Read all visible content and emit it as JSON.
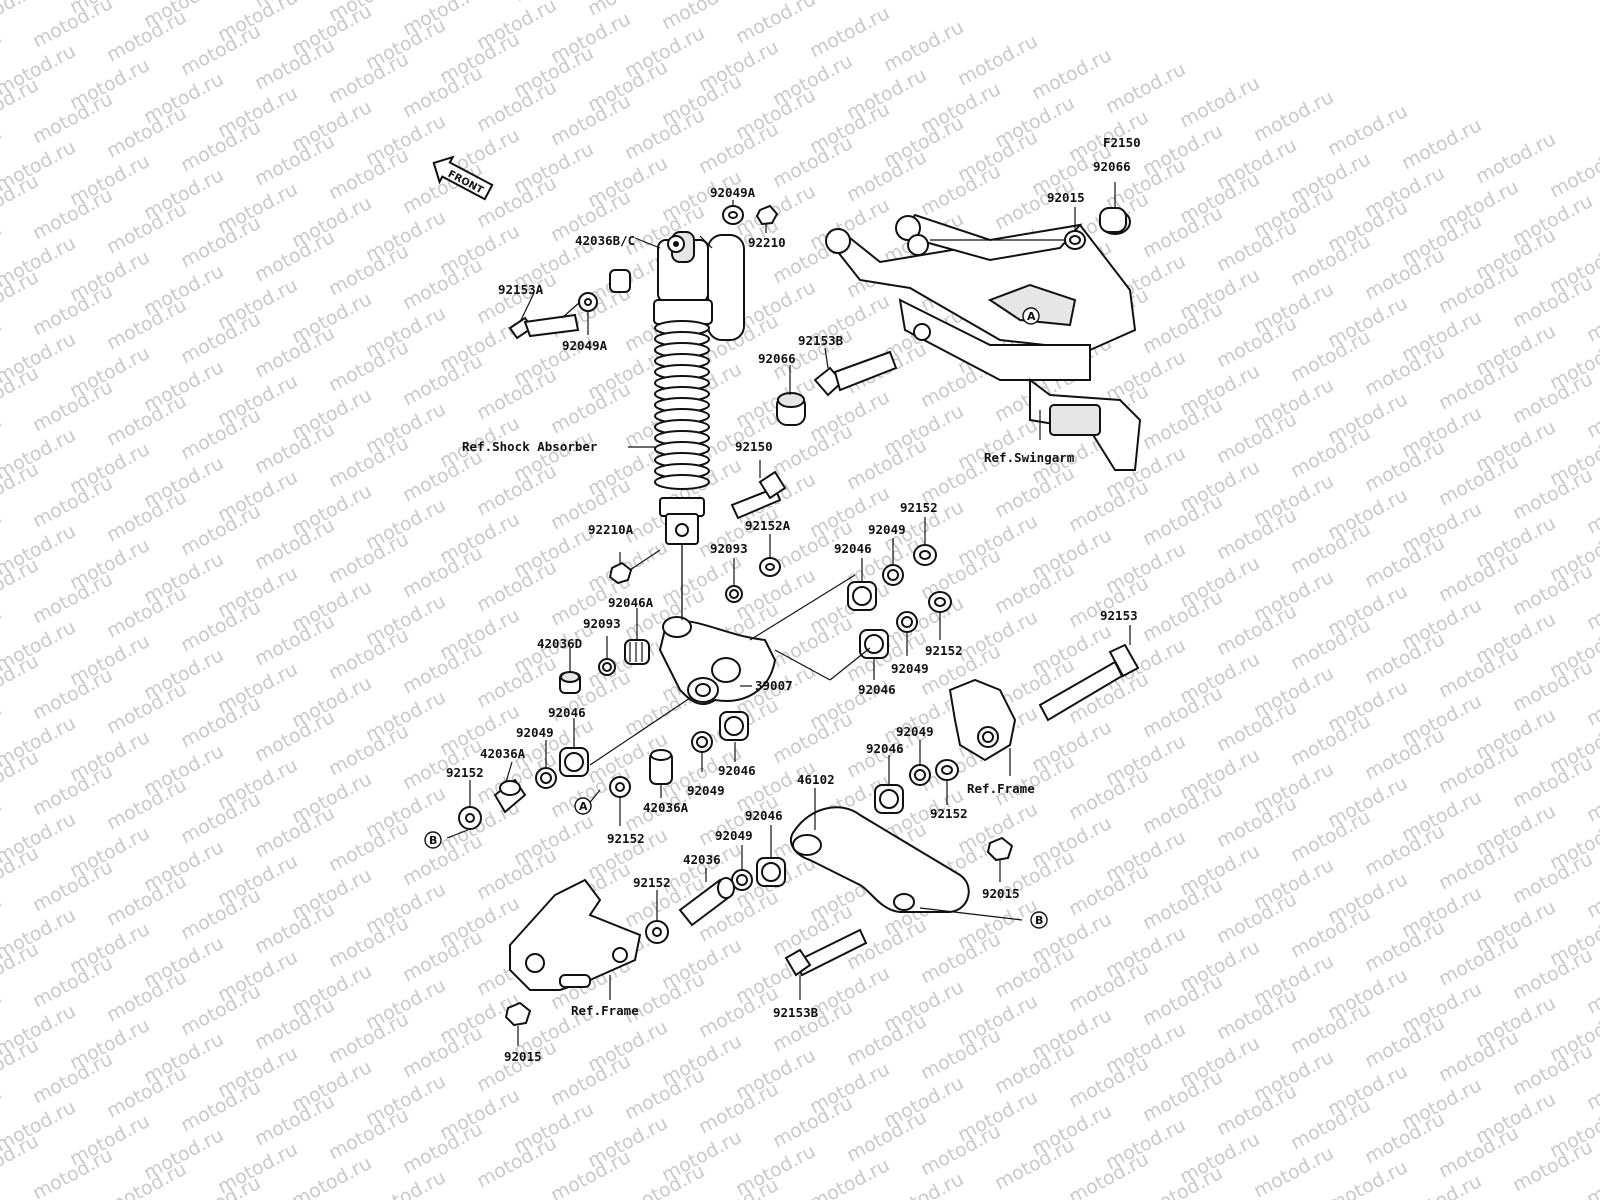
{
  "watermark": "motod.ru",
  "diagram_code": "F2150",
  "front_label": "FRONT",
  "labels": {
    "l_92049A_top": "92049A",
    "l_92210": "92210",
    "l_42036BC": "42036B/C",
    "l_92153A": "92153A",
    "l_92049A_bot": "92049A",
    "l_ref_shock": "Ref.Shock Absorber",
    "l_92210A": "92210A",
    "l_92150": "92150",
    "l_92152A": "92152A",
    "l_92093_a": "92093",
    "l_92046A": "92046A",
    "l_92093_b": "92093",
    "l_42036D": "42036D",
    "l_39007": "39007",
    "l_92046_a": "92046",
    "l_92049_a": "92049",
    "l_42036A_a": "42036A",
    "l_92152_a": "92152",
    "l_92046_b": "92046",
    "l_92049_b": "92049",
    "l_42036A_b": "42036A",
    "l_92152_b": "92152",
    "l_92066_top": "92066",
    "l_92015_top": "92015",
    "l_92153B_top": "92153B",
    "l_92066_mid": "92066",
    "l_ref_swingarm": "Ref.Swingarm",
    "l_92152_c": "92152",
    "l_92049_c": "92049",
    "l_92046_c": "92046",
    "l_92152_d": "92152",
    "l_92049_d": "92049",
    "l_92046_d": "92046",
    "l_92153": "92153",
    "l_ref_frame_r": "Ref.Frame",
    "l_92049_e": "92049",
    "l_92046_e": "92046",
    "l_92152_e": "92152",
    "l_46102": "46102",
    "l_92046_f": "92046",
    "l_92049_f": "92049",
    "l_42036": "42036",
    "l_92152_f": "92152",
    "l_92015_r": "92015",
    "l_ref_frame_l": "Ref.Frame",
    "l_92015_l": "92015",
    "l_92153B_bot": "92153B"
  },
  "refs": {
    "a": "A",
    "b": "B"
  }
}
